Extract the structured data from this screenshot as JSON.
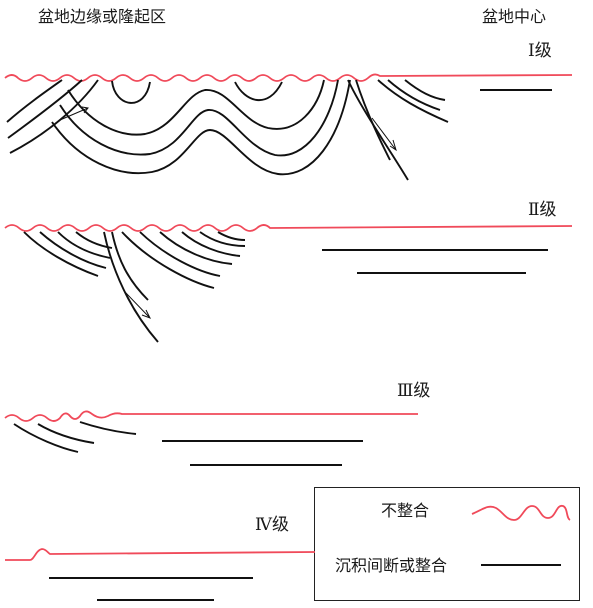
{
  "header": {
    "left_label": "盆地边缘或隆起区",
    "right_label": "盆地中心"
  },
  "levels": [
    {
      "id": "I",
      "label": "Ⅰ级"
    },
    {
      "id": "II",
      "label": "Ⅱ级"
    },
    {
      "id": "III",
      "label": "Ⅲ级"
    },
    {
      "id": "IV",
      "label": "Ⅳ级"
    }
  ],
  "legend": {
    "unconformity": {
      "label": "不整合",
      "color": "#f04a5a",
      "style": "wavy-line"
    },
    "conformity": {
      "label": "沉积间断或整合",
      "color": "#111111",
      "style": "straight-line"
    }
  }
}
